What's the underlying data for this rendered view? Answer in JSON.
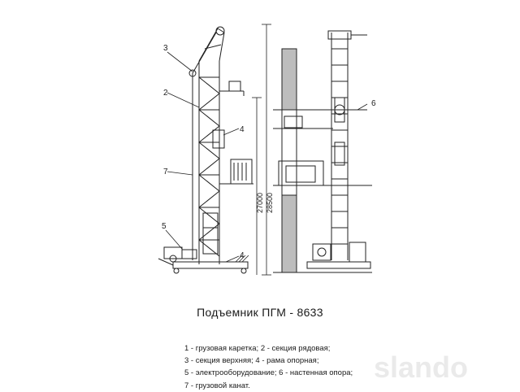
{
  "title": "Подъемник ПГМ - 8633",
  "callouts": [
    "3",
    "2",
    "4",
    "7",
    "5",
    "4",
    "6"
  ],
  "dimensions": {
    "outer": "28500",
    "inner": "27000"
  },
  "legend": [
    "1 - грузовая каретка; 2 - секция рядовая;",
    "3 - секция верхняя; 4 - рама опорная;",
    "5 - электрооборудование; 6 - настенная опора;",
    "7 - грузовой канат."
  ],
  "watermark": "slando"
}
